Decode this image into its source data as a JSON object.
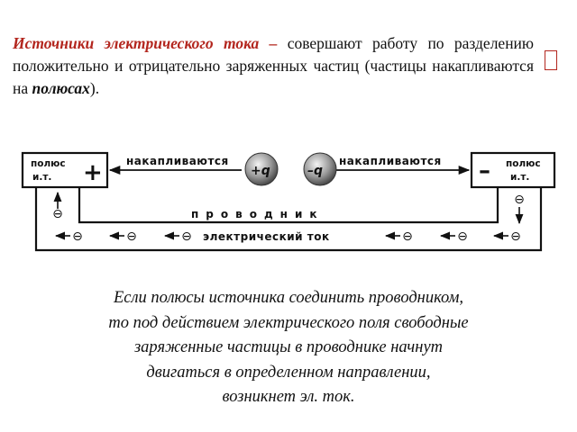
{
  "intro": {
    "term": "Источники электрического тока",
    "dash": " – ",
    "text_before": "совершают работу по разделению положительно и отрицательно заряженных частиц (частицы накапливаются на ",
    "emphasis": "полюсах",
    "text_after": ")."
  },
  "diagram": {
    "left_pole": {
      "label_line1": "полюс",
      "label_line2": "и.т.",
      "sign": "+"
    },
    "right_pole": {
      "label_line1": "полюс",
      "label_line2": "и.т.",
      "sign": "–"
    },
    "left_arrow_label": "накапливаются",
    "right_arrow_label": "накапливаются",
    "left_charge": "+q",
    "right_charge": "–q",
    "conductor_label": "проводник",
    "current_label": "электрический ток",
    "electron_symbol": "⊖"
  },
  "caption": {
    "lines": [
      "Если полюсы источника соединить проводником,",
      "то под действием электрического поля свободные",
      "заряженные частицы в проводнике начнут",
      "двигаться в определенном направлении,",
      "возникнет эл. ток."
    ]
  }
}
